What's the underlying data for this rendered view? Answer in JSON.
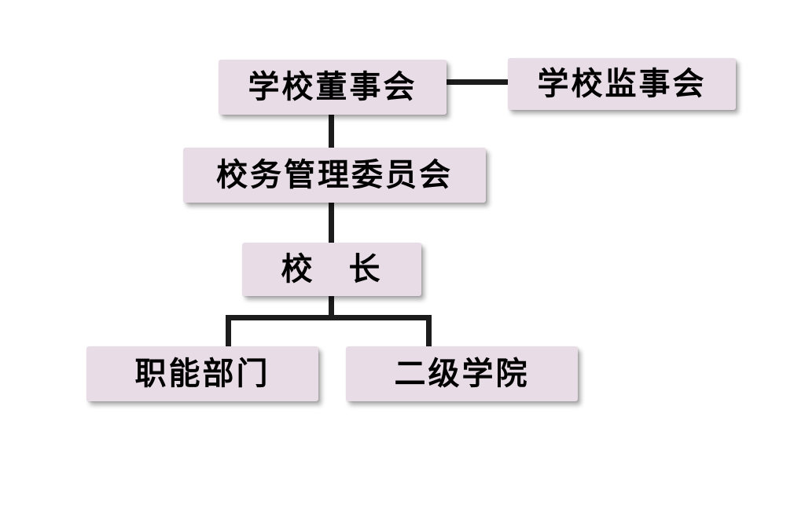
{
  "diagram": {
    "type": "org-chart",
    "colors": {
      "node_background": "#e8dde7",
      "connector": "#1c1c1c",
      "text": "#000000"
    },
    "nodes": [
      {
        "id": "school-board",
        "label": "学校董事会"
      },
      {
        "id": "school-supervisory-board",
        "label": "学校监事会"
      },
      {
        "id": "school-affairs-committee",
        "label": "校务管理委员会"
      },
      {
        "id": "president",
        "label": "校　长"
      },
      {
        "id": "functional-departments",
        "label": "职能部门"
      },
      {
        "id": "secondary-colleges",
        "label": "二级学院"
      }
    ],
    "edges": [
      {
        "from": "school-board",
        "to": "school-supervisory-board"
      },
      {
        "from": "school-board",
        "to": "school-affairs-committee"
      },
      {
        "from": "school-affairs-committee",
        "to": "president"
      },
      {
        "from": "president",
        "to": "functional-departments"
      },
      {
        "from": "president",
        "to": "secondary-colleges"
      }
    ]
  }
}
